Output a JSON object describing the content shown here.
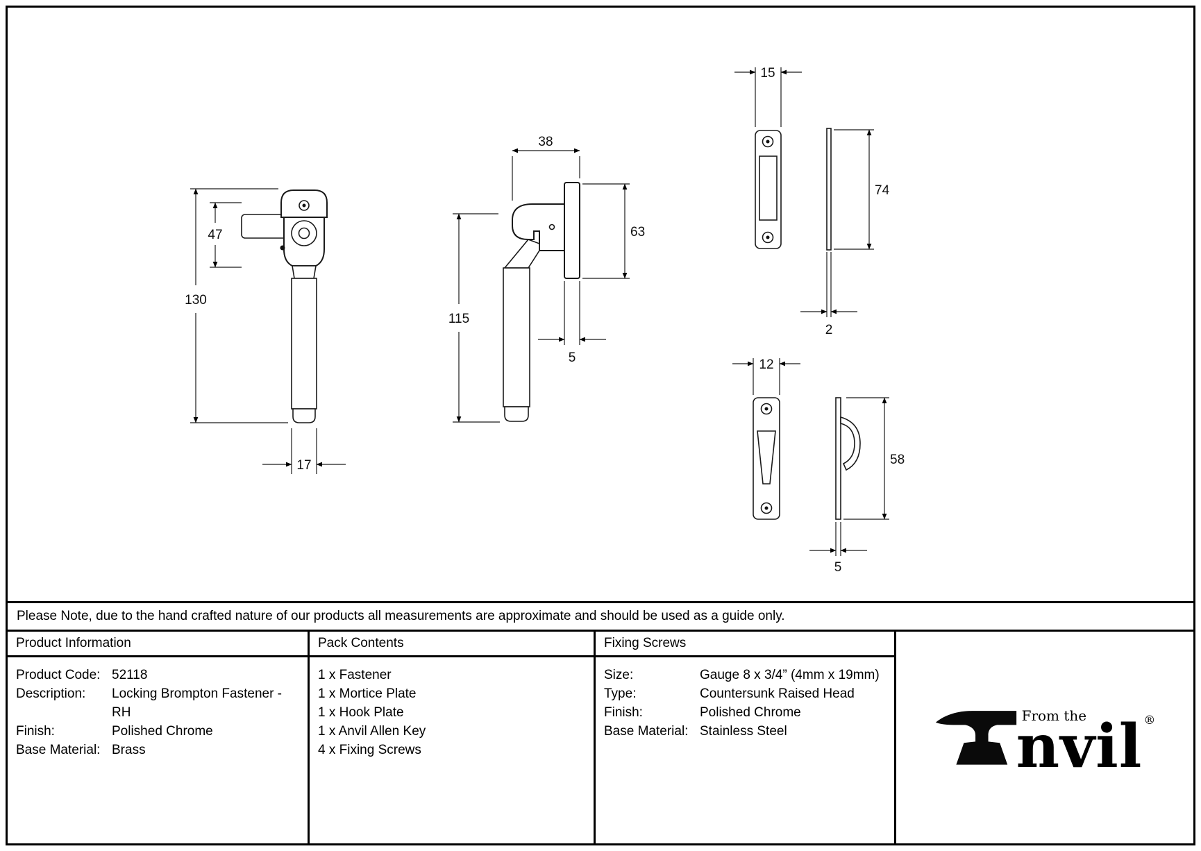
{
  "colors": {
    "ink": "#1a1a1a",
    "paper": "#ffffff"
  },
  "note": "Please Note, due to the hand crafted nature of our products all measurements are approximate and should be used as a guide only.",
  "dimensions": {
    "front_view": {
      "total_height": "130",
      "head_height": "47",
      "grip_width": "17"
    },
    "side_view": {
      "depth": "38",
      "plate_height": "63",
      "handle_length": "115",
      "plate_thickness": "5"
    },
    "mortice_plate": {
      "width": "15",
      "height": "74",
      "thickness": "2"
    },
    "hook_plate": {
      "width": "12",
      "height": "58",
      "hook_depth": "5"
    }
  },
  "table": {
    "product_information": {
      "header": "Product Information",
      "rows": [
        {
          "label": "Product Code:",
          "value": "52118"
        },
        {
          "label": "Description:",
          "value": "Locking Brompton Fastener - RH"
        },
        {
          "label": "Finish:",
          "value": "Polished Chrome"
        },
        {
          "label": "Base Material:",
          "value": "Brass"
        }
      ]
    },
    "pack_contents": {
      "header": "Pack Contents",
      "items": [
        "1 x Fastener",
        "1 x Mortice Plate",
        "1 x Hook Plate",
        "1 x Anvil Allen Key",
        "4 x Fixing Screws"
      ]
    },
    "fixing_screws": {
      "header": "Fixing Screws",
      "rows": [
        {
          "label": "Size:",
          "value": "Gauge 8 x 3/4” (4mm x 19mm)"
        },
        {
          "label": "Type:",
          "value": "Countersunk Raised Head"
        },
        {
          "label": "Finish:",
          "value": "Polished Chrome"
        },
        {
          "label": "Base Material:",
          "value": "Stainless Steel"
        }
      ]
    },
    "logo": {
      "tagline": "From the",
      "brand_suffix": "nvil",
      "registered": "®"
    }
  }
}
